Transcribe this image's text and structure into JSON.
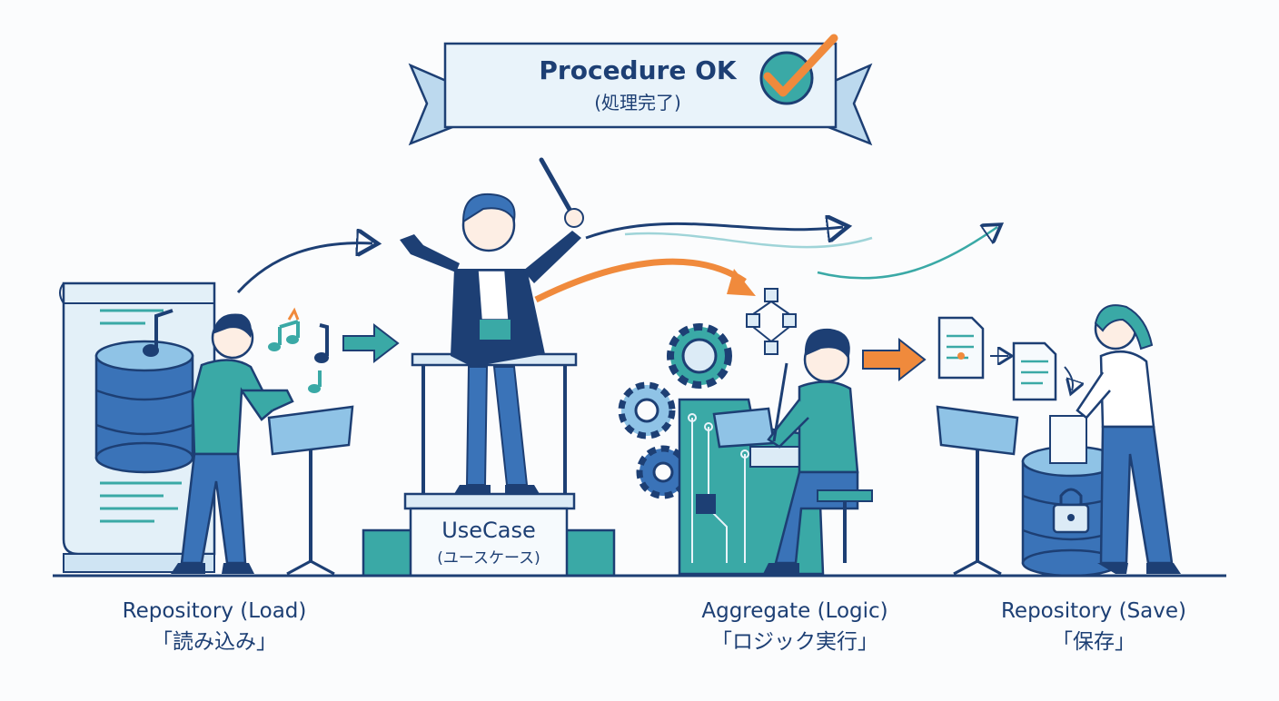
{
  "banner": {
    "title": "Procedure OK",
    "subtitle": "(処理完了)"
  },
  "usecase": {
    "title": "UseCase",
    "subtitle": "(ユースケース)"
  },
  "labels": {
    "load": {
      "title": "Repository (Load)",
      "subtitle": "「読み込み」"
    },
    "aggregate": {
      "title": "Aggregate (Logic)",
      "subtitle": "「ロジック実行」"
    },
    "save": {
      "title": "Repository (Save)",
      "subtitle": "「保存」"
    }
  },
  "icons": [
    "checkmark-icon",
    "music-note-icon",
    "database-icon",
    "gear-icon",
    "flowchart-icon",
    "document-icon",
    "lock-icon",
    "arrow-icon"
  ],
  "colors": {
    "navy": "#1d3f74",
    "blue": "#3a73b8",
    "teal": "#3aa9a6",
    "light": "#dcebf6",
    "orange": "#f08a3c"
  }
}
